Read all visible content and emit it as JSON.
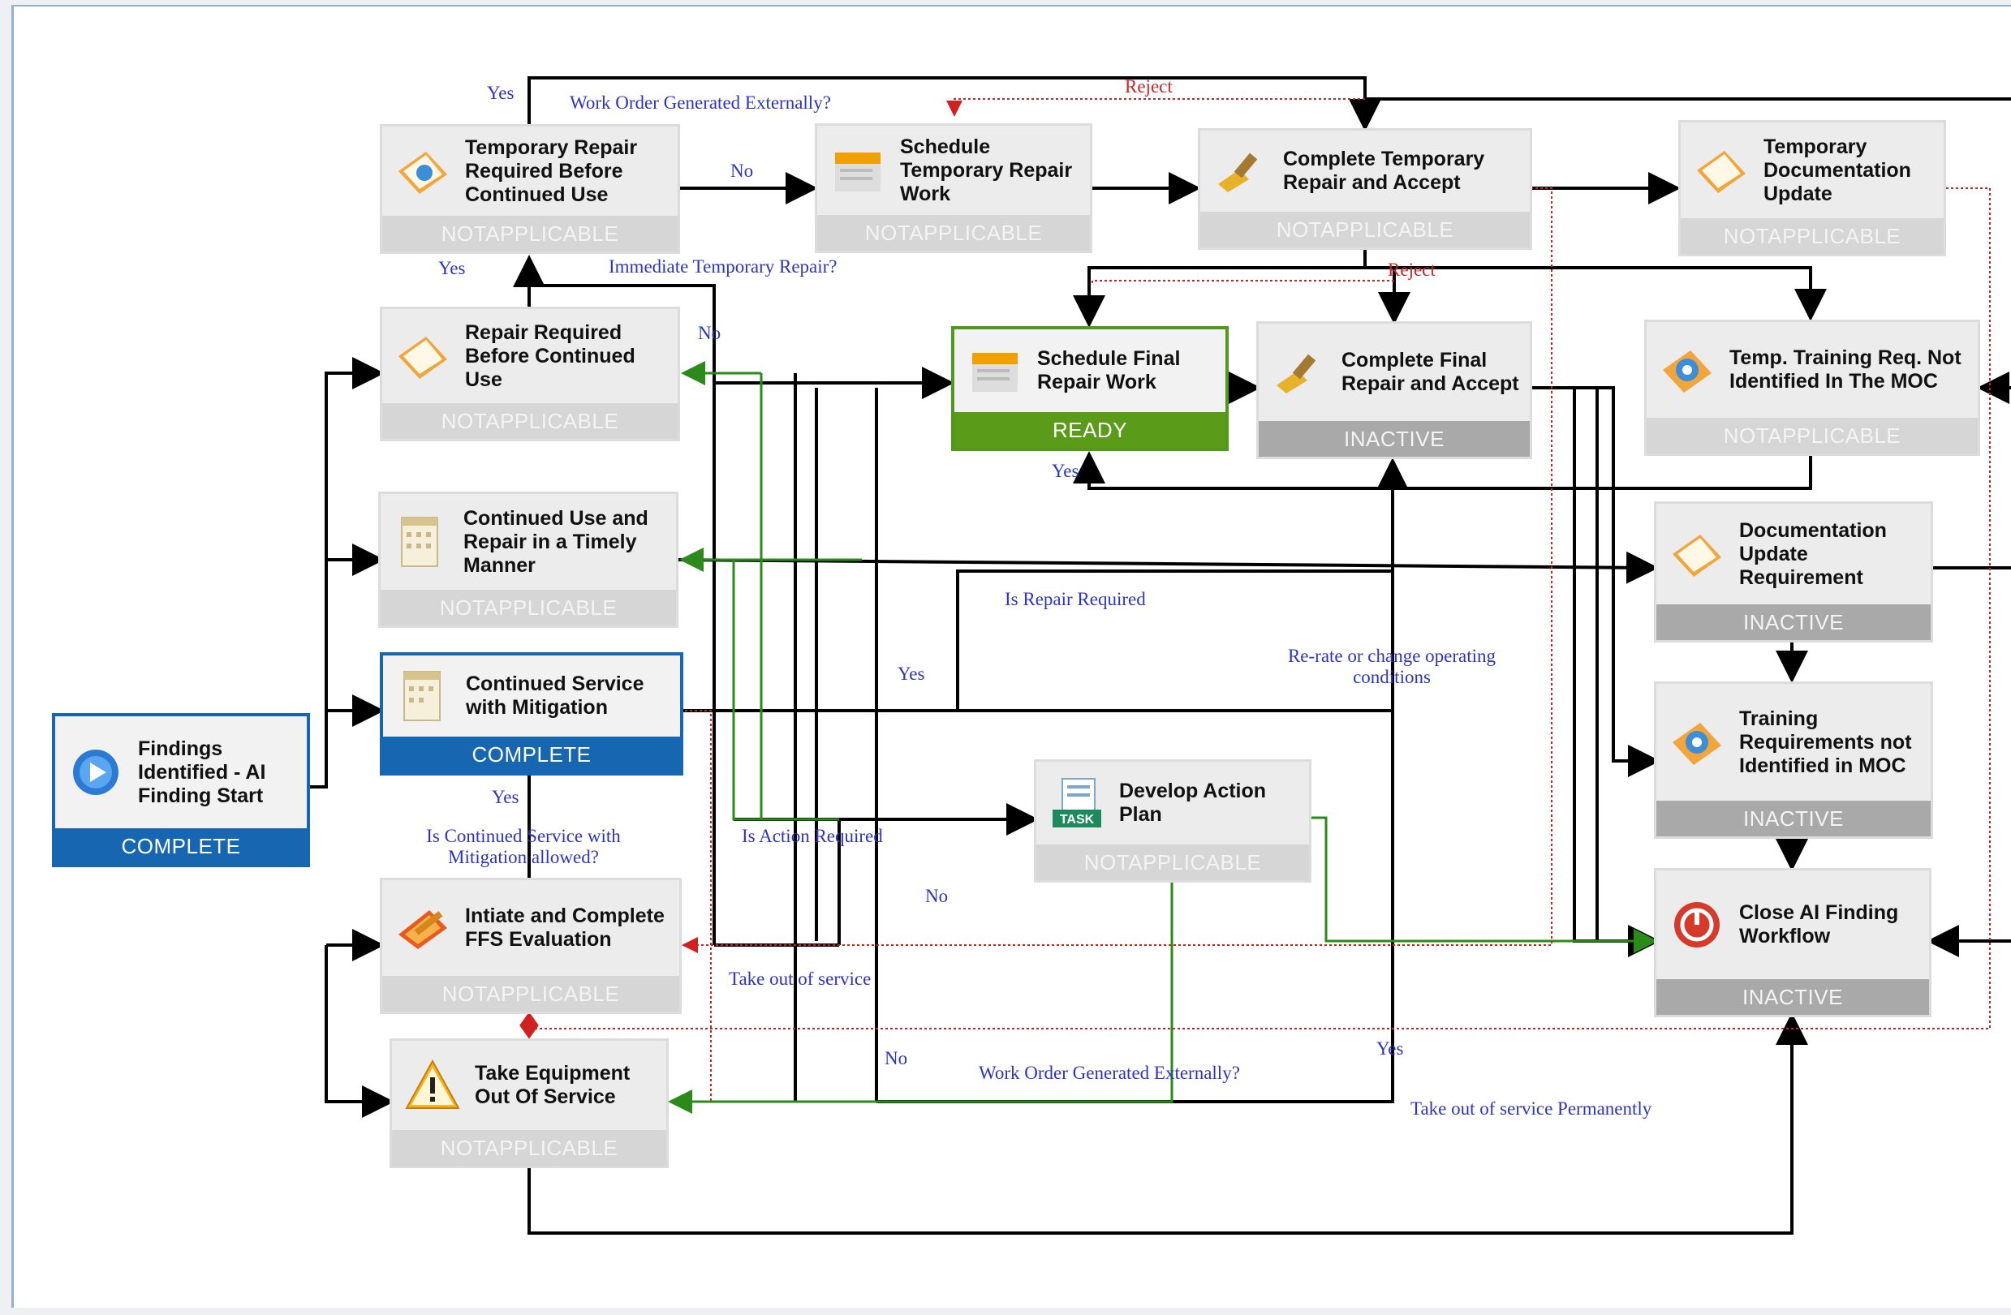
{
  "nodes": [
    {
      "id": "findings",
      "label": "Findings Identified - AI Finding Start",
      "status": "COMPLETE",
      "icon": "play-icon"
    },
    {
      "id": "temp-req",
      "label": "Temporary Repair Required Before Continued Use",
      "status": "NOTAPPLICABLE",
      "icon": "clipboard-icon"
    },
    {
      "id": "sched-temp",
      "label": "Schedule Temporary Repair Work",
      "status": "NOTAPPLICABLE",
      "icon": "calendar-icon"
    },
    {
      "id": "complete-temp",
      "label": "Complete Temporary Repair and Accept",
      "status": "NOTAPPLICABLE",
      "icon": "brush-icon"
    },
    {
      "id": "temp-doc",
      "label": "Temporary Documentation Update",
      "status": "NOTAPPLICABLE",
      "icon": "clipboard-icon"
    },
    {
      "id": "repair-req",
      "label": "Repair Required Before Continued Use",
      "status": "NOTAPPLICABLE",
      "icon": "clipboard-icon"
    },
    {
      "id": "sched-final",
      "label": "Schedule Final Repair Work",
      "status": "READY",
      "icon": "calendar-icon"
    },
    {
      "id": "complete-final",
      "label": "Complete Final Repair and Accept",
      "status": "INACTIVE",
      "icon": "brush-icon"
    },
    {
      "id": "temp-training",
      "label": "Temp. Training Req. Not Identified In The MOC",
      "status": "NOTAPPLICABLE",
      "icon": "eye-icon"
    },
    {
      "id": "continued-use",
      "label": "Continued Use and Repair in a Timely Manner",
      "status": "NOTAPPLICABLE",
      "icon": "calendar-page-icon"
    },
    {
      "id": "doc-update",
      "label": "Documentation Update Requirement",
      "status": "INACTIVE",
      "icon": "clipboard-icon"
    },
    {
      "id": "continued-service",
      "label": "Continued Service with Mitigation",
      "status": "COMPLETE",
      "icon": "calendar-page-icon"
    },
    {
      "id": "training-req",
      "label": "Training Requirements not Identified in MOC",
      "status": "INACTIVE",
      "icon": "eye-icon"
    },
    {
      "id": "action-plan",
      "label": "Develop Action Plan",
      "status": "NOTAPPLICABLE",
      "icon": "task-icon"
    },
    {
      "id": "ffs",
      "label": "Intiate and Complete FFS Evaluation",
      "status": "NOTAPPLICABLE",
      "icon": "pencil-icon"
    },
    {
      "id": "close",
      "label": "Close AI Finding Workflow",
      "status": "INACTIVE",
      "icon": "stop-icon"
    },
    {
      "id": "take-out",
      "label": "Take Equipment Out Of Service",
      "status": "NOTAPPLICABLE",
      "icon": "warning-icon"
    }
  ],
  "edge_labels": [
    {
      "id": "yes-1",
      "text": "Yes"
    },
    {
      "id": "wo-ext-1",
      "text": "Work Order Generated Externally?"
    },
    {
      "id": "reject-1",
      "text": "Reject",
      "color": "red"
    },
    {
      "id": "no-1",
      "text": "No"
    },
    {
      "id": "yes-2",
      "text": "Yes"
    },
    {
      "id": "imm-temp",
      "text": "Immediate Temporary Repair?"
    },
    {
      "id": "reject-2",
      "text": "Reject",
      "color": "red"
    },
    {
      "id": "no-2",
      "text": "No"
    },
    {
      "id": "yes-3",
      "text": "Yes"
    },
    {
      "id": "is-repair",
      "text": "Is Repair Required"
    },
    {
      "id": "yes-4",
      "text": "Yes"
    },
    {
      "id": "rerate",
      "text": "Re-rate or change operating conditions"
    },
    {
      "id": "yes-5",
      "text": "Yes"
    },
    {
      "id": "is-cont",
      "text": "Is Continued Service with Mitigation allowed?"
    },
    {
      "id": "is-action",
      "text": "Is Action Required"
    },
    {
      "id": "no-3",
      "text": "No"
    },
    {
      "id": "take-out-label",
      "text": "Take out of service"
    },
    {
      "id": "no-4",
      "text": "No"
    },
    {
      "id": "wo-ext-2",
      "text": "Work Order Generated Externally?"
    },
    {
      "id": "yes-6",
      "text": "Yes"
    },
    {
      "id": "perm",
      "text": "Take out of service Permanently"
    }
  ],
  "colors": {
    "complete": "#1766b1",
    "ready": "#5a9b1a",
    "inactive": "#a9a9a9",
    "notapplicable": "#d6d6d6",
    "connector": "#000000",
    "green_connector": "#2a8a1a",
    "reject_connector": "#d02020",
    "label_text": "#2f34c0"
  }
}
